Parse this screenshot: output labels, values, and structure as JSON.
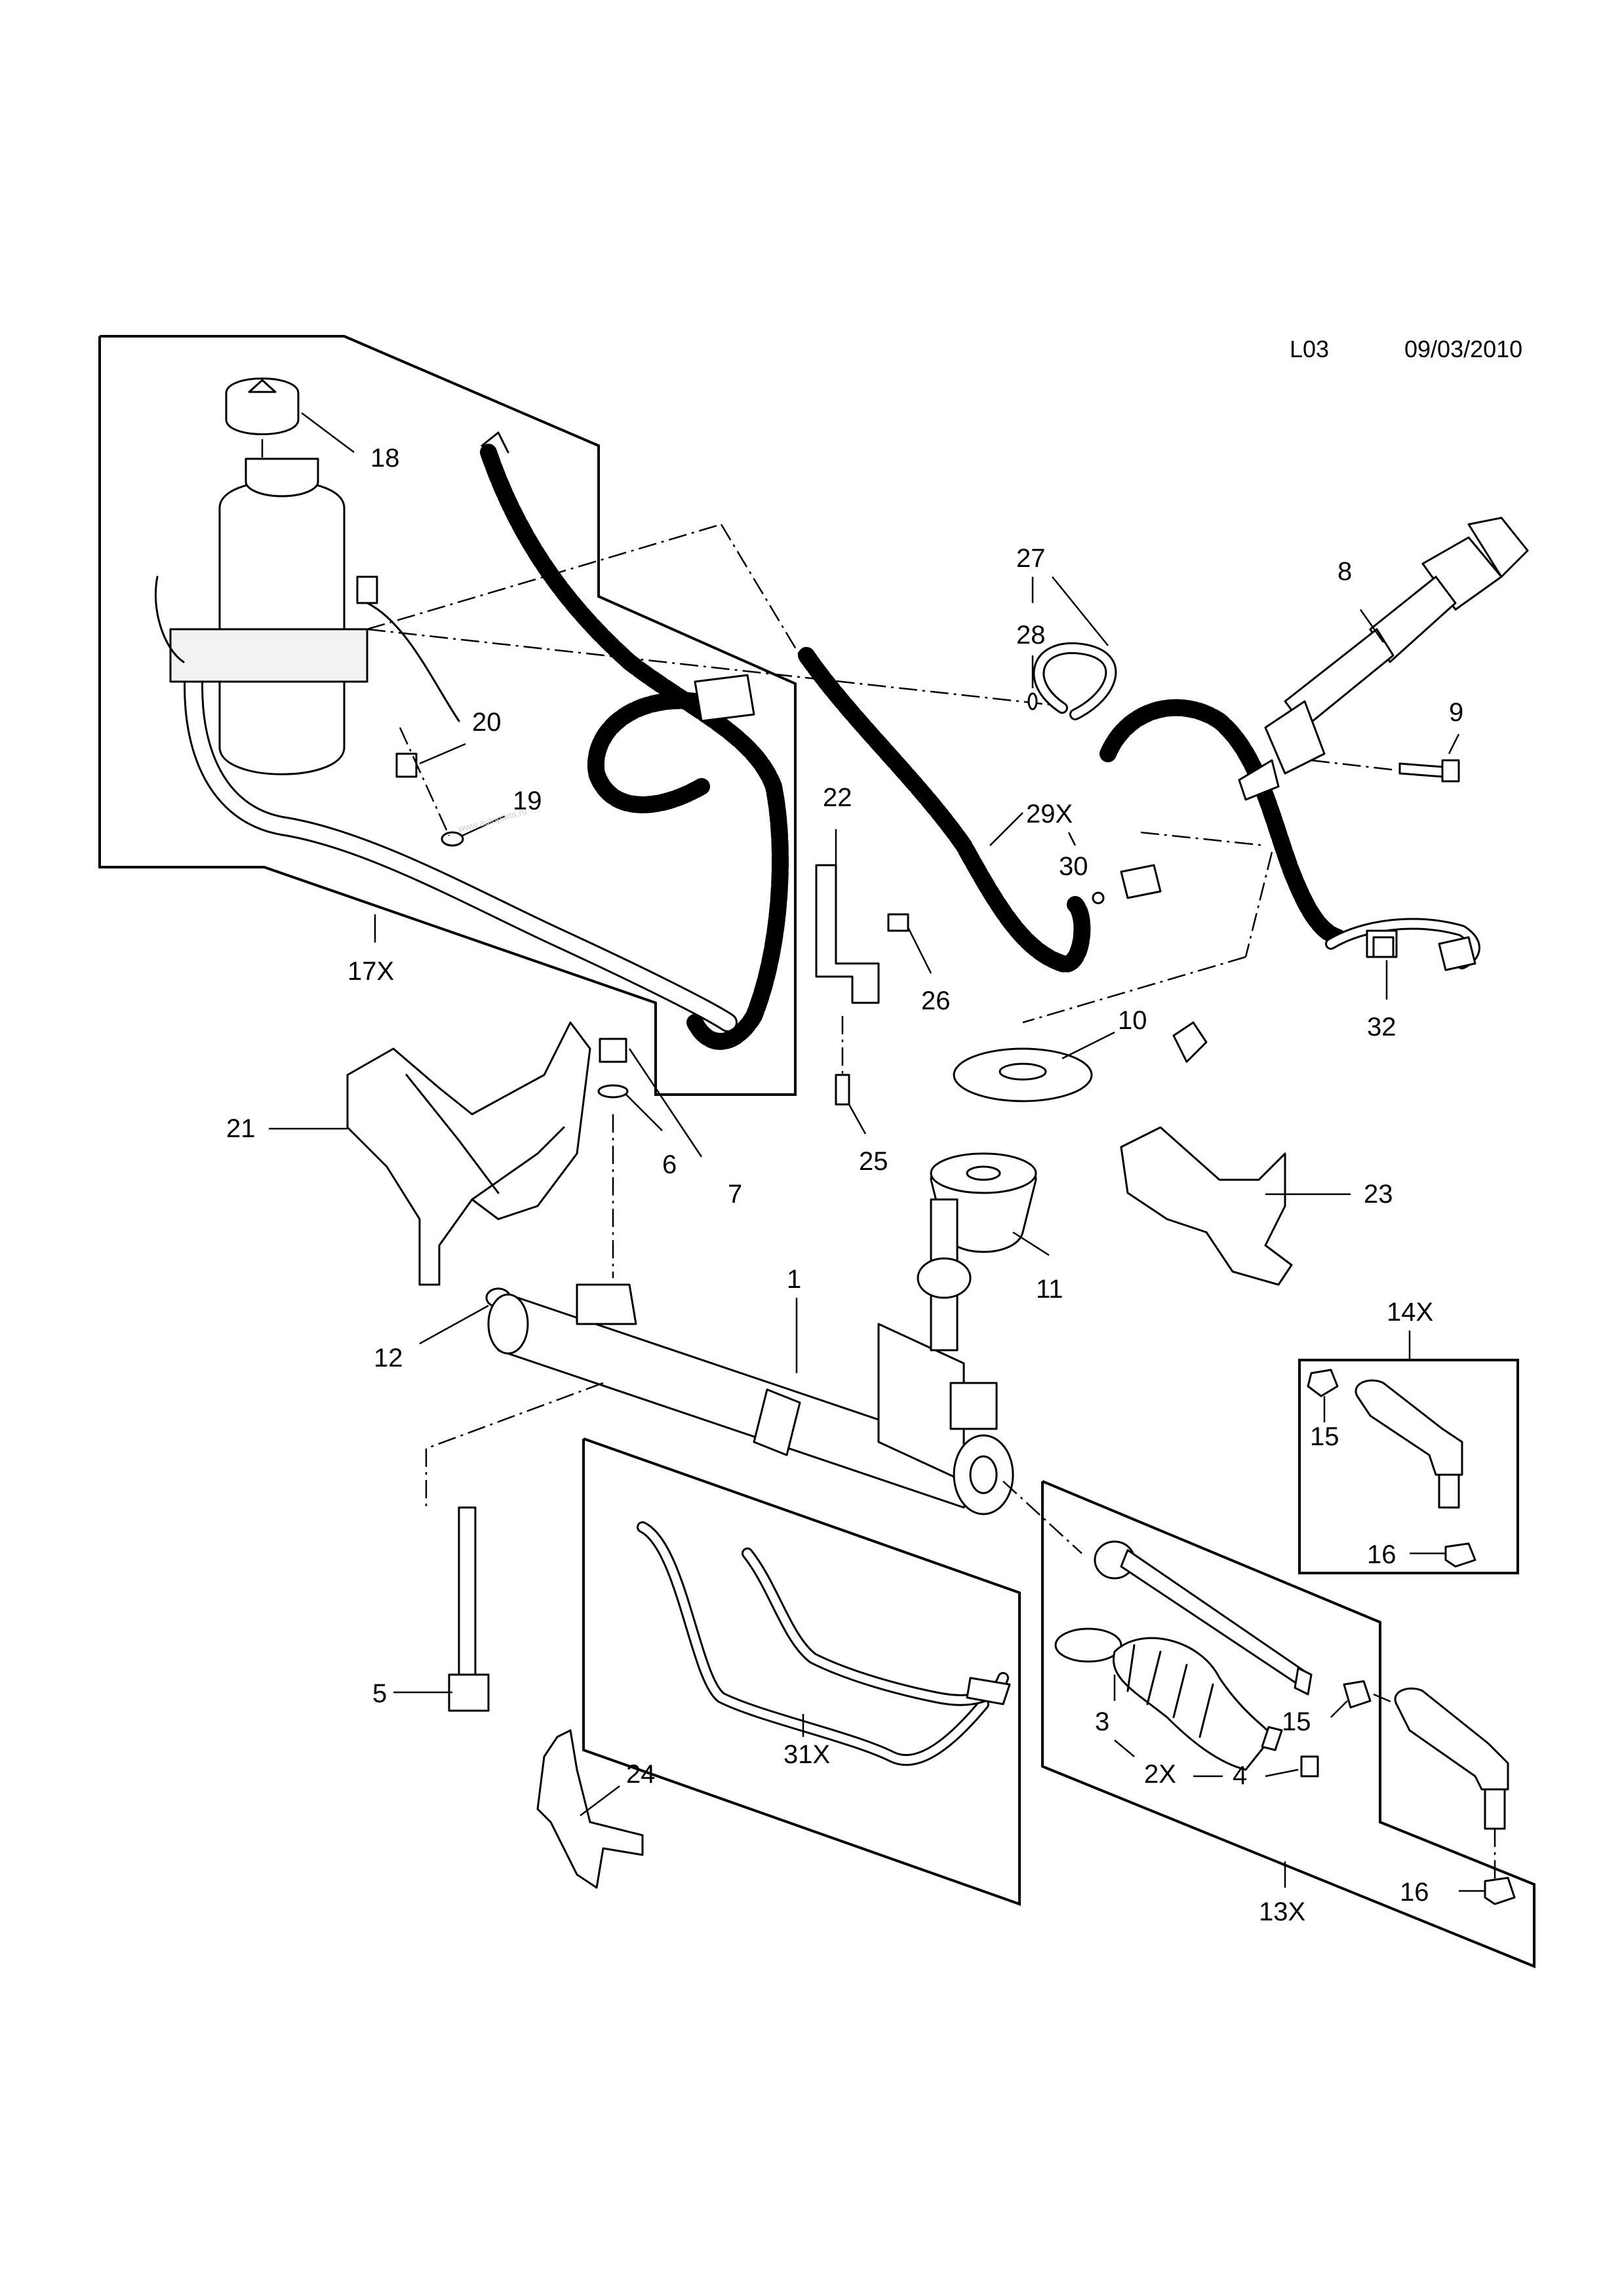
{
  "header": {
    "code": "L03",
    "date": "09/03/2010"
  },
  "watermark": "www.autoparts.ru",
  "callouts": [
    "1",
    "2X",
    "3",
    "4",
    "5",
    "6",
    "7",
    "8",
    "9",
    "10",
    "11",
    "12",
    "13X",
    "14X",
    "15",
    "16",
    "17X",
    "18",
    "19",
    "20",
    "21",
    "22",
    "23",
    "24",
    "25",
    "26",
    "27",
    "28",
    "29X",
    "30",
    "31X",
    "32"
  ],
  "labels": {
    "l1": "1",
    "l2x": "2X",
    "l3": "3",
    "l4": "4",
    "l5": "5",
    "l6": "6",
    "l7": "7",
    "l8": "8",
    "l9": "9",
    "l10": "10",
    "l11": "11",
    "l12": "12",
    "l13x": "13X",
    "l14x": "14X",
    "l15a": "15",
    "l15b": "15",
    "l16a": "16",
    "l16b": "16",
    "l17x": "17X",
    "l18": "18",
    "l19": "19",
    "l20": "20",
    "l21": "21",
    "l22": "22",
    "l23": "23",
    "l24": "24",
    "l25": "25",
    "l26": "26",
    "l27": "27",
    "l28": "28",
    "l29x": "29X",
    "l30": "30",
    "l31x": "31X",
    "l32": "32"
  },
  "parts": {
    "reservoir": "fluid-reservoir",
    "steering_rack": "steering-rack",
    "intermediate_shaft": "intermediate-steering-shaft",
    "tie_rod_end": "tie-rod-end",
    "boot": "rack-boot",
    "pipes": "hydraulic-pipe-set"
  }
}
